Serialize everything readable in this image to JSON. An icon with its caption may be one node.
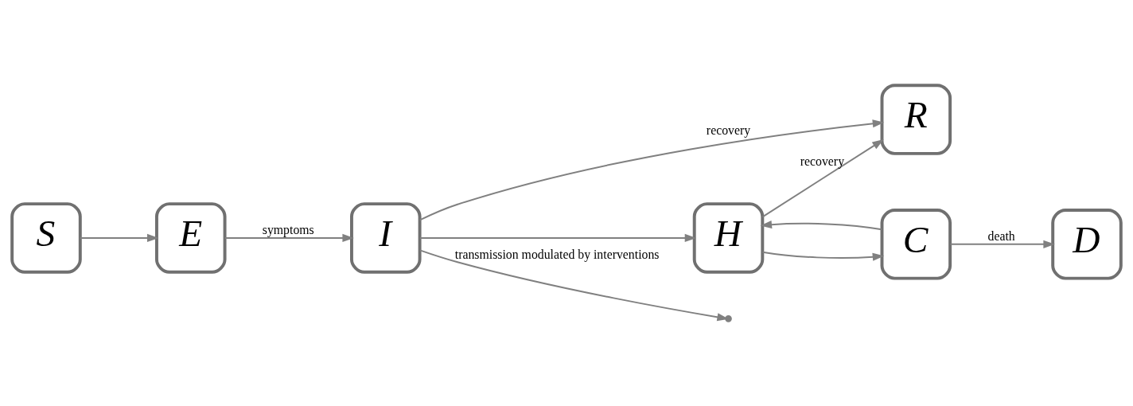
{
  "diagram": {
    "nodes": [
      {
        "text": [
          "S"
        ]
      },
      {
        "text": [
          "E"
        ]
      },
      {
        "text": [
          "I"
        ]
      },
      {
        "text": [
          "R"
        ]
      },
      {
        "text": [
          "H"
        ]
      },
      {
        "text": [
          "C"
        ]
      },
      {
        "text": [
          "D"
        ]
      }
    ],
    "edges": [
      {
        "from": 0,
        "to": 1,
        "arrow": "to"
      },
      {
        "from": 2,
        "to": null,
        "arrow": "to",
        "label": "transmission modulated by interventions"
      },
      {
        "from": 1,
        "to": 2,
        "arrow": "to",
        "label": "symptoms"
      },
      {
        "from": 2,
        "to": 3,
        "arrow": "to",
        "label": "recovery"
      },
      {
        "from": 2,
        "to": 4,
        "arrow": "to"
      },
      {
        "from": 4,
        "to": 3,
        "arrow": "to",
        "label": "recovery"
      },
      {
        "from": 4,
        "to": 5,
        "arrow": "to"
      },
      {
        "from": 5,
        "to": 4,
        "arrow": "to"
      },
      {
        "from": 5,
        "to": 6,
        "arrow": "to",
        "label": "death"
      }
    ]
  }
}
